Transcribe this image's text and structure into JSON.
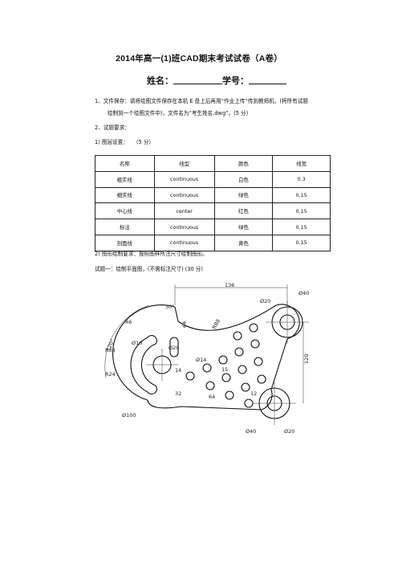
{
  "header": {
    "title": "2014年高一(1)班CAD期末考试试卷（A卷）",
    "name_label": "姓名：",
    "id_label": "学号："
  },
  "instructions": {
    "item1_line1": "1、文件保存：请将绘图文件保存在本机 E 盘上后再用“作业上传”传到教师机，(将所有试题",
    "item1_line2": "绘制到一个绘图文件中)，文件名为“考生姓名.dwg”。(5 分)",
    "item2": "2、试题要求：",
    "item2_1": "1)  图层设置：",
    "item2_1_score": "（5 分）",
    "item2_2": "2)  图形绘制要求：按照图样所注尺寸绘制图形。",
    "question1": "试题一：绘制平面图，(不需标注尺寸) (30 分)"
  },
  "layer_table": {
    "headers": [
      "名称",
      "线型",
      "颜色",
      "线宽"
    ],
    "rows": [
      [
        "粗实线",
        "continuous",
        "白色",
        "0.3"
      ],
      [
        "细实线",
        "continuous",
        "绿色",
        "0.15"
      ],
      [
        "中心线",
        "center",
        "红色",
        "0.15"
      ],
      [
        "标注",
        "continuous",
        "绿色",
        "0.15"
      ],
      [
        "剖面线",
        "continuous",
        "黄色",
        "0.15"
      ]
    ]
  },
  "drawing": {
    "dims": {
      "d136": "136",
      "d40a": "Ø40",
      "d20a": "Ø20",
      "d30deg": "30°",
      "d120deg": "120°",
      "r6": "R6",
      "r38": "R38",
      "r24": "R24",
      "d10": "Ø10",
      "d20b": "Ø20",
      "d14": "Ø14",
      "d14b": "14",
      "d32": "32",
      "d100": "Ø100",
      "d120": "120",
      "d40b": "Ø40",
      "d20c": "Ø20",
      "d64": "64",
      "r88": "R88",
      "d15": "15",
      "d64b": "64",
      "d12": "12"
    }
  }
}
